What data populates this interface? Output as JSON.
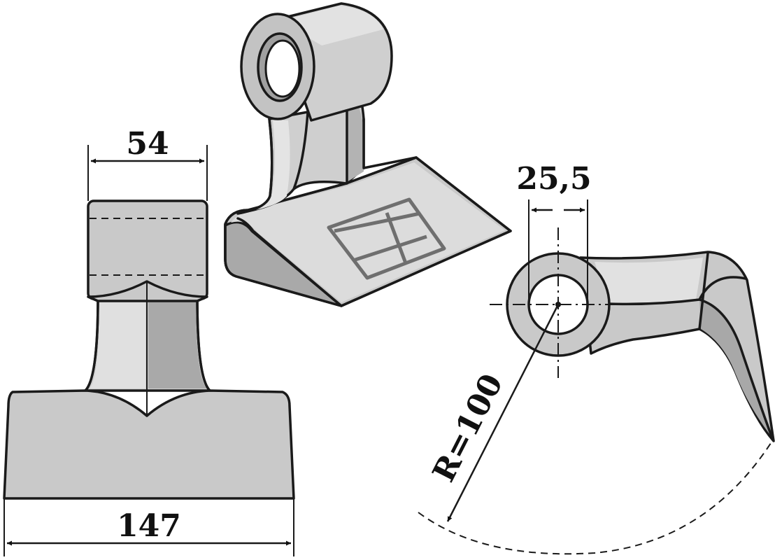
{
  "dimensions": {
    "top_width": "54",
    "bottom_width": "147",
    "bore_diameter": "25,5",
    "radius": "R=100"
  },
  "colors": {
    "body_fill": "#c9c9c9",
    "light_fill": "#e2e2e2",
    "dark_fill": "#a9a9a9",
    "outline": "#1a1a1a",
    "weld_mark": "#6f6f6f"
  },
  "icons": {
    "logo": "hammer-blade-weld-mark-icon"
  }
}
